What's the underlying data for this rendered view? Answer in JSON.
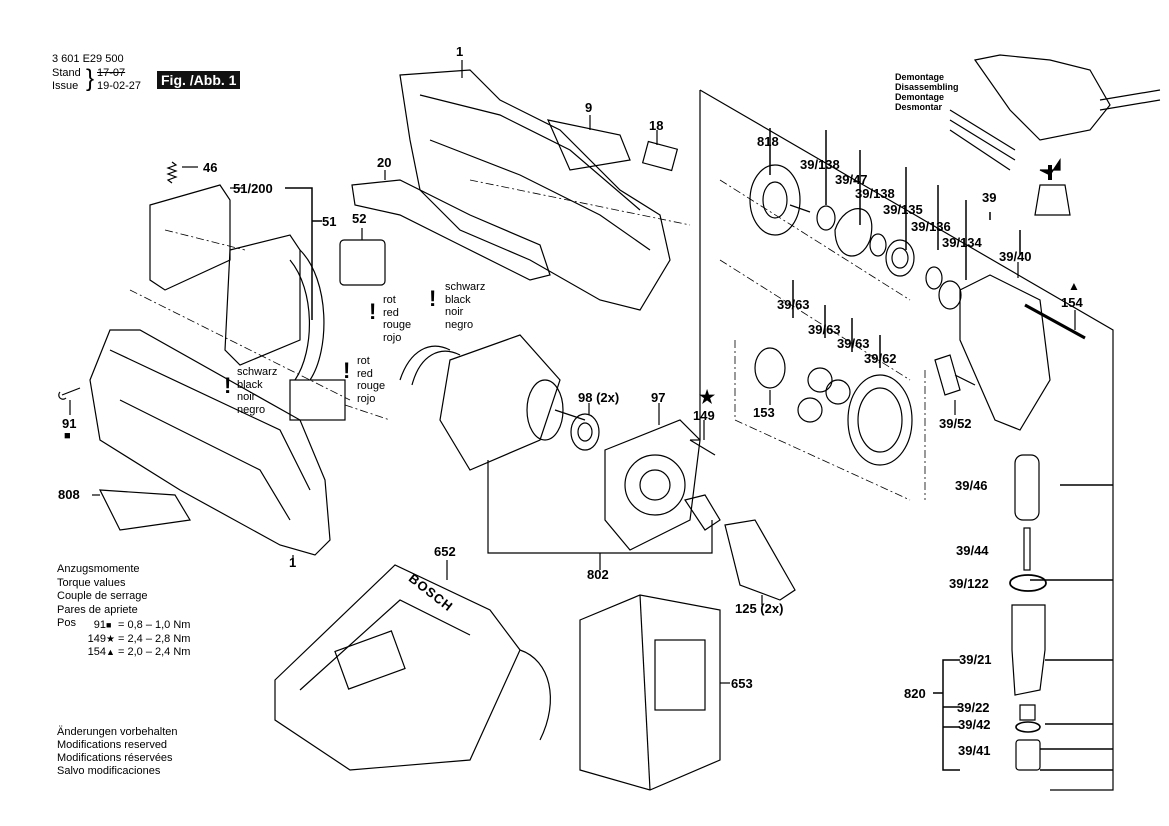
{
  "header": {
    "part_number": "3 601 E29 500",
    "stand_label": "Stand",
    "issue_label": "Issue",
    "stand_value_struck": "17-07",
    "issue_value": "19-02-27",
    "figure_label": "Fig. /Abb. 1"
  },
  "disassembly_note": [
    "Demontage",
    "Disassembling",
    "Demontage",
    "Desmontar"
  ],
  "wire_notes": {
    "black_top": [
      "schwarz",
      "black",
      "noir",
      "negro"
    ],
    "red_top": [
      "rot",
      "red",
      "rouge",
      "rojo"
    ],
    "black_bottom": [
      "schwarz",
      "black",
      "noir",
      "negro"
    ],
    "red_bottom": [
      "rot",
      "red",
      "rouge",
      "rojo"
    ],
    "warning_symbol": "!"
  },
  "part_labels": {
    "p1_top": "1",
    "p9": "9",
    "p18": "18",
    "p20": "20",
    "p46": "46",
    "p51_200": "51/200",
    "p51": "51",
    "p52": "52",
    "p91": "91",
    "p808": "808",
    "p1_bottom": "1",
    "p98": "98 (2x)",
    "p97": "97",
    "p149": "149",
    "p802": "802",
    "p125": "125 (2x)",
    "p652": "652",
    "p653": "653",
    "p818": "818",
    "p39_138a": "39/138",
    "p39_47": "39/47",
    "p39_138b": "39/138",
    "p39_135": "39/135",
    "p39_136": "39/136",
    "p39_134": "39/134",
    "p39": "39",
    "p39_40": "39/40",
    "p154": "154",
    "p39_63a": "39/63",
    "p39_63b": "39/63",
    "p39_63c": "39/63",
    "p39_62": "39/62",
    "p153": "153",
    "p39_52": "39/52",
    "p39_46": "39/46",
    "p39_44": "39/44",
    "p39_122": "39/122",
    "p39_21": "39/21",
    "p820": "820",
    "p39_22": "39/22",
    "p39_42": "39/42",
    "p39_41": "39/41"
  },
  "torque": {
    "title_lines": [
      "Anzugsmomente",
      "Torque values",
      "Couple de serrage",
      "Pares de apriete"
    ],
    "pos_label": "Pos",
    "rows": [
      {
        "pos": "91",
        "symbol": "■",
        "value": "= 0,8 – 1,0 Nm"
      },
      {
        "pos": "149",
        "symbol": "★",
        "value": "= 2,4 – 2,8 Nm"
      },
      {
        "pos": "154",
        "symbol": "▲",
        "value": "= 2,0 – 2,4 Nm"
      }
    ]
  },
  "markers": {
    "square": "■",
    "star": "★",
    "triangle": "▲"
  },
  "charger_brand": "BOSCH",
  "modifications": [
    "Änderungen vorbehalten",
    "Modifications reserved",
    "Modifications réservées",
    "Salvo modificaciones"
  ]
}
